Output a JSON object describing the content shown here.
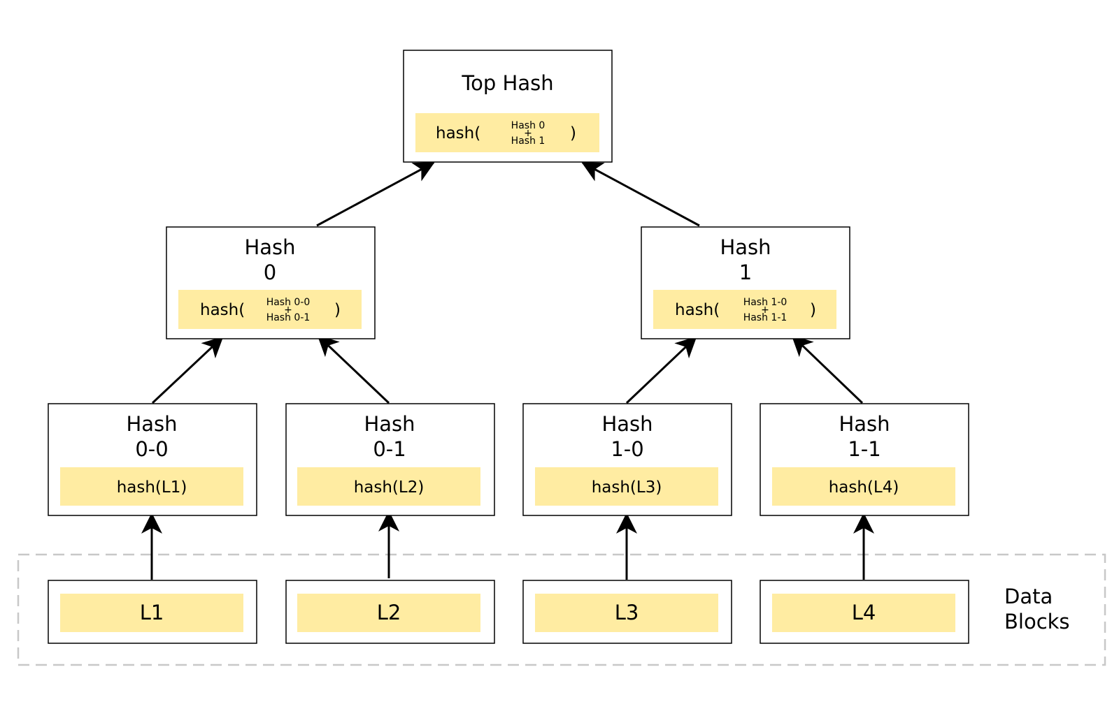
{
  "colors": {
    "box_border": "#000000",
    "hash_fill": "#ffeca2",
    "dashed_border": "#c8c8c8"
  },
  "top": {
    "title": "Top Hash",
    "hash_prefix": "hash(",
    "hash_input_a": "Hash 0",
    "hash_plus": "+",
    "hash_input_b": "Hash 1",
    "hash_suffix": ")"
  },
  "mid": [
    {
      "title_line1": "Hash",
      "title_line2": "0",
      "hash_prefix": "hash(",
      "hash_input_a": "Hash 0-0",
      "hash_plus": "+",
      "hash_input_b": "Hash 0-1",
      "hash_suffix": ")"
    },
    {
      "title_line1": "Hash",
      "title_line2": "1",
      "hash_prefix": "hash(",
      "hash_input_a": "Hash 1-0",
      "hash_plus": "+",
      "hash_input_b": "Hash 1-1",
      "hash_suffix": ")"
    }
  ],
  "leaves": [
    {
      "title_line1": "Hash",
      "title_line2": "0-0",
      "hash": "hash(L1)"
    },
    {
      "title_line1": "Hash",
      "title_line2": "0-1",
      "hash": "hash(L2)"
    },
    {
      "title_line1": "Hash",
      "title_line2": "1-0",
      "hash": "hash(L3)"
    },
    {
      "title_line1": "Hash",
      "title_line2": "1-1",
      "hash": "hash(L4)"
    }
  ],
  "data_blocks": {
    "label_line1": "Data",
    "label_line2": "Blocks",
    "items": [
      "L1",
      "L2",
      "L3",
      "L4"
    ]
  }
}
